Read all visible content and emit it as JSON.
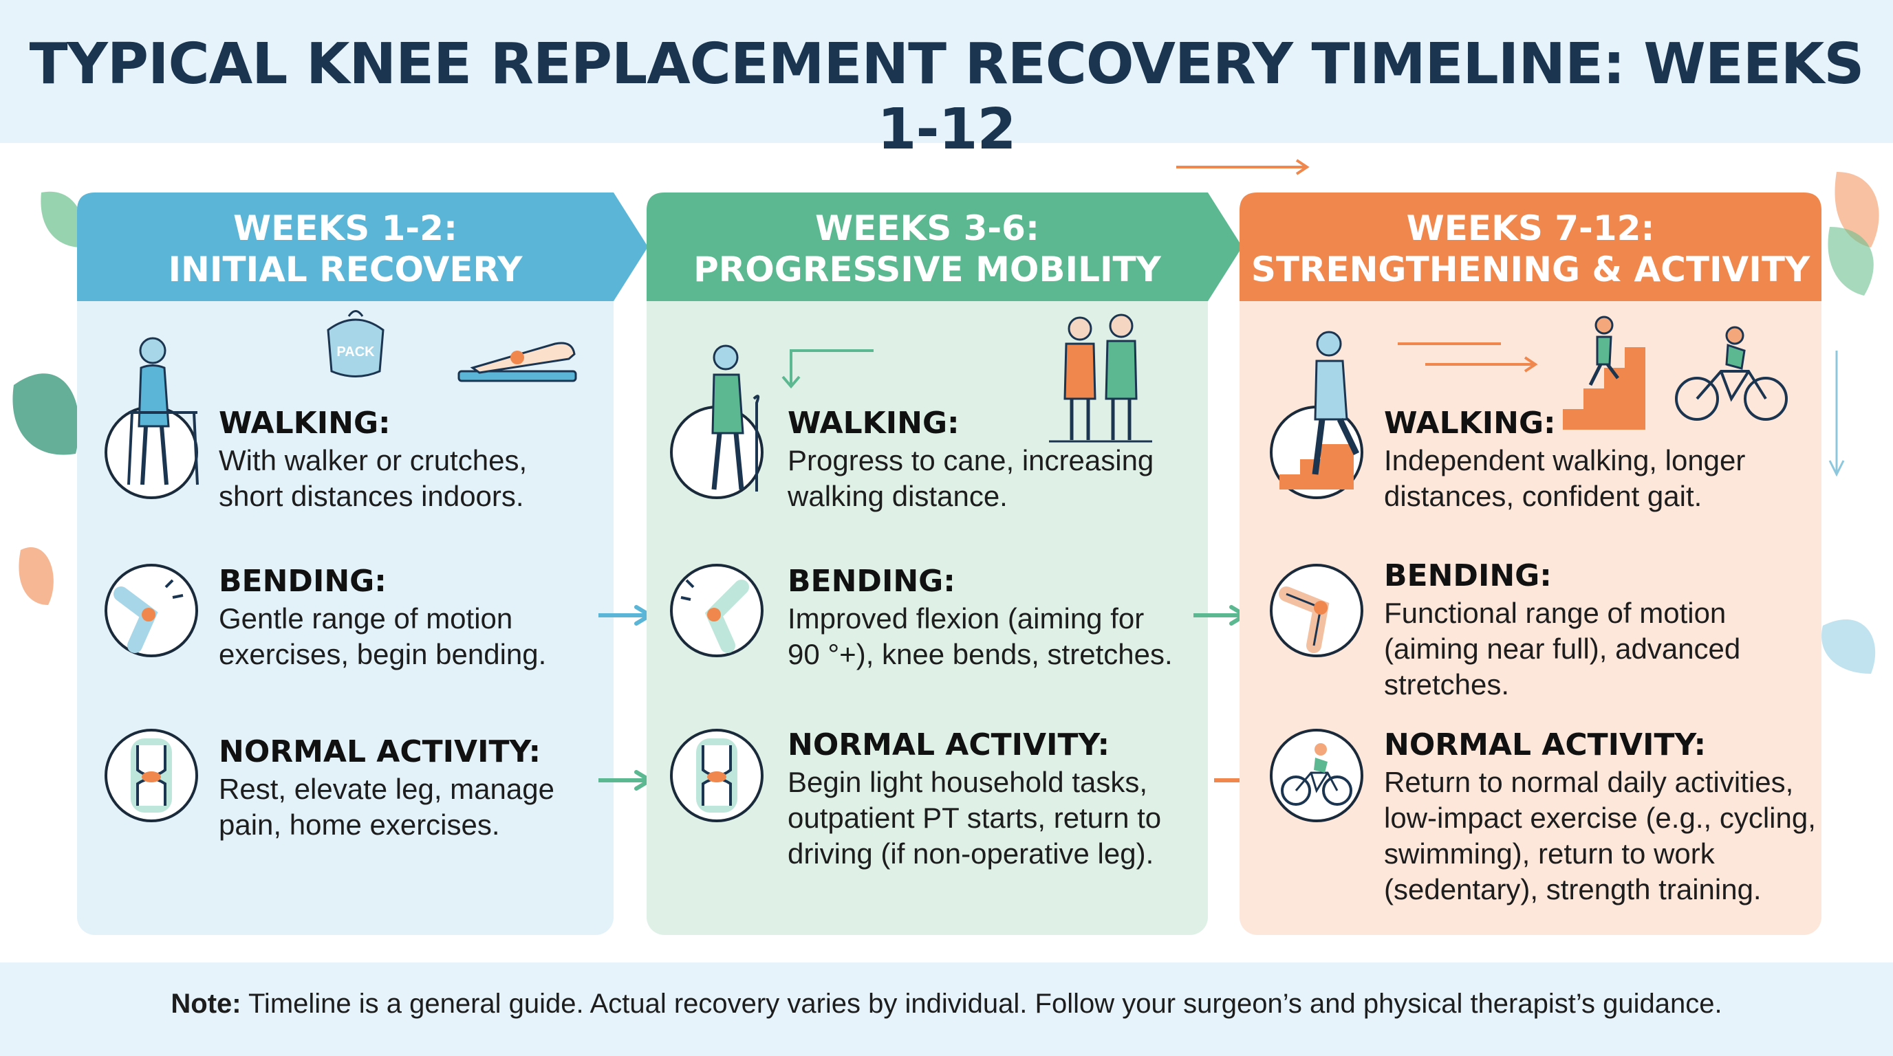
{
  "title": "TYPICAL KNEE REPLACEMENT RECOVERY TIMELINE: WEEKS 1-12",
  "colors": {
    "blue": "#5ab5d6",
    "green": "#5cb891",
    "orange": "#f0874c",
    "navy": "#1b3550"
  },
  "phases": [
    {
      "heading_line1": "WEEKS 1-2:",
      "heading_line2": "INITIAL RECOVERY",
      "pack_label": "PACK",
      "walking_label": "WALKING:",
      "walking_text": [
        "With walker or crutches,",
        "short distances indoors."
      ],
      "bending_label": "BENDING:",
      "bending_text": [
        "Gentle range of motion",
        "exercises, begin bending."
      ],
      "activity_label": "NORMAL ACTIVITY:",
      "activity_text": [
        "Rest, elevate leg, manage",
        "pain, home exercises."
      ]
    },
    {
      "heading_line1": "WEEKS 3-6:",
      "heading_line2": "PROGRESSIVE MOBILITY",
      "walking_label": "WALKING:",
      "walking_text": [
        "Progress to cane, increasing",
        "walking distance."
      ],
      "bending_label": "BENDING:",
      "bending_text": [
        "Improved flexion (aiming for",
        "90 °+), knee bends, stretches."
      ],
      "activity_label": "NORMAL ACTIVITY:",
      "activity_text": [
        "Begin light household tasks,",
        "outpatient PT starts, return to",
        "driving (if non-operative leg)."
      ]
    },
    {
      "heading_line1": "WEEKS 7-12:",
      "heading_line2": "STRENGTHENING & ACTIVITY",
      "walking_label": "WALKING:",
      "walking_text": [
        "Independent walking, longer",
        "distances, confident gait."
      ],
      "bending_label": "BENDING:",
      "bending_text": [
        "Functional range of motion",
        "(aiming near full), advanced",
        "stretches."
      ],
      "activity_label": "NORMAL ACTIVITY:",
      "activity_text": [
        "Return to normal daily activities,",
        "low-impact exercise (e.g., cycling,",
        "swimming), return to work",
        "(sedentary), strength training."
      ]
    }
  ],
  "icons": {
    "walking": [
      "walker-figure-icon",
      "cane-figure-icon",
      "stairs-walking-icon"
    ],
    "bending": "bent-knee-icon",
    "activity": [
      "knee-joint-icon",
      "knee-joint-icon",
      "cycling-icon"
    ],
    "extras": [
      "ice-pack-icon",
      "elevated-leg-icon",
      "caregiver-couple-icon",
      "stair-climb-icon",
      "bicycle-rider-icon"
    ]
  },
  "note_label": "Note:",
  "note_text": " Timeline is a general guide. Actual recovery varies by individual. Follow your surgeon’s and physical therapist’s guidance."
}
